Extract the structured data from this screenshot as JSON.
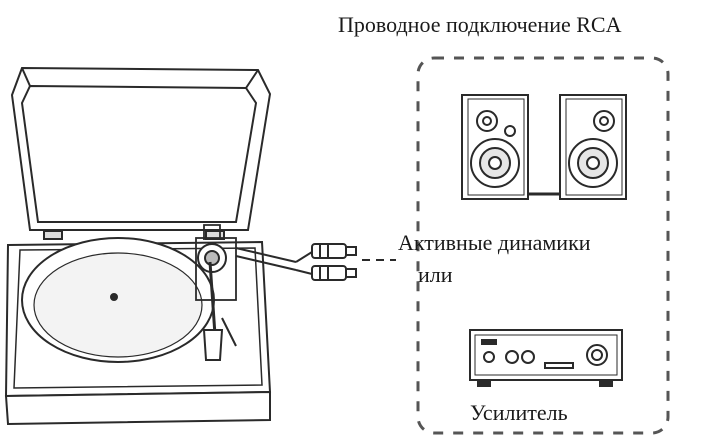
{
  "diagram": {
    "title": "Проводное подключение RCA",
    "speakers_label": "Активные динамики",
    "or_label": "или",
    "amplifier_label": "Усилитель"
  },
  "icons": {
    "turntable": "turntable-icon",
    "rca_plugs": "rca-plugs-icon",
    "speakers": "speakers-icon",
    "amplifier": "amplifier-icon"
  },
  "colors": {
    "line": "#2a2a2a",
    "dashed_border": "#555555",
    "platter": "#d9d9d9"
  }
}
